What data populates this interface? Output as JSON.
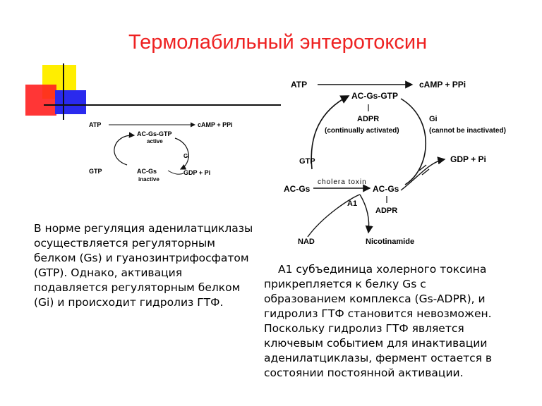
{
  "title": "Термолабильный энтеротоксин",
  "colors": {
    "title": "#ee2222",
    "deco_yellow": "#ffee00",
    "deco_red": "#ff2020",
    "deco_blue": "#2a2aee"
  },
  "left_diagram": {
    "atp": "ATP",
    "camp": "cAMP + PPi",
    "acgs_gtp": "AC-Gs-GTP",
    "active": "active",
    "gi": "Gi",
    "gtp": "GTP",
    "acgs": "AC-Gs",
    "inactive": "inactive",
    "gdp": "GDP + Pi"
  },
  "right_diagram": {
    "atp": "ATP",
    "camp": "cAMP + PPi",
    "acgs_gtp": "AC-Gs-GTP",
    "adpr_top": "ADPR",
    "continually": "(continually activated)",
    "gi": "Gi",
    "cannot": "(cannot be inactivated)",
    "gtp": "GTP",
    "gdp": "GDP + Pi",
    "acgs_left": "AC-Gs",
    "cholera": "cholera toxin",
    "acgs_right": "AC-Gs",
    "a1": "A1",
    "adpr_bottom": "ADPR",
    "nad": "NAD",
    "nicotinamide": "Nicotinamide"
  },
  "left_text": [
    "В норме регуляция аденилатциклазы",
    "осуществляется регуляторным",
    "белком (Gs) и гуанозинтрифосфатом",
    "(GTP). Однако, активация",
    "подавляется регуляторным белком",
    "(Gi) и происходит гидролиз ГТФ."
  ],
  "right_text": [
    "А1 субъединица холерного токсина",
    "прикрепляется к белку Gs с",
    "образованием комплекса (Gs-ADPR), и",
    "гидролиз ГТФ становится невозможен.",
    "Поскольку гидролиз ГТФ является",
    "ключевым событием для инактивации",
    "аденилатциклазы, фермент остается в",
    "состоянии постоянной активации."
  ]
}
